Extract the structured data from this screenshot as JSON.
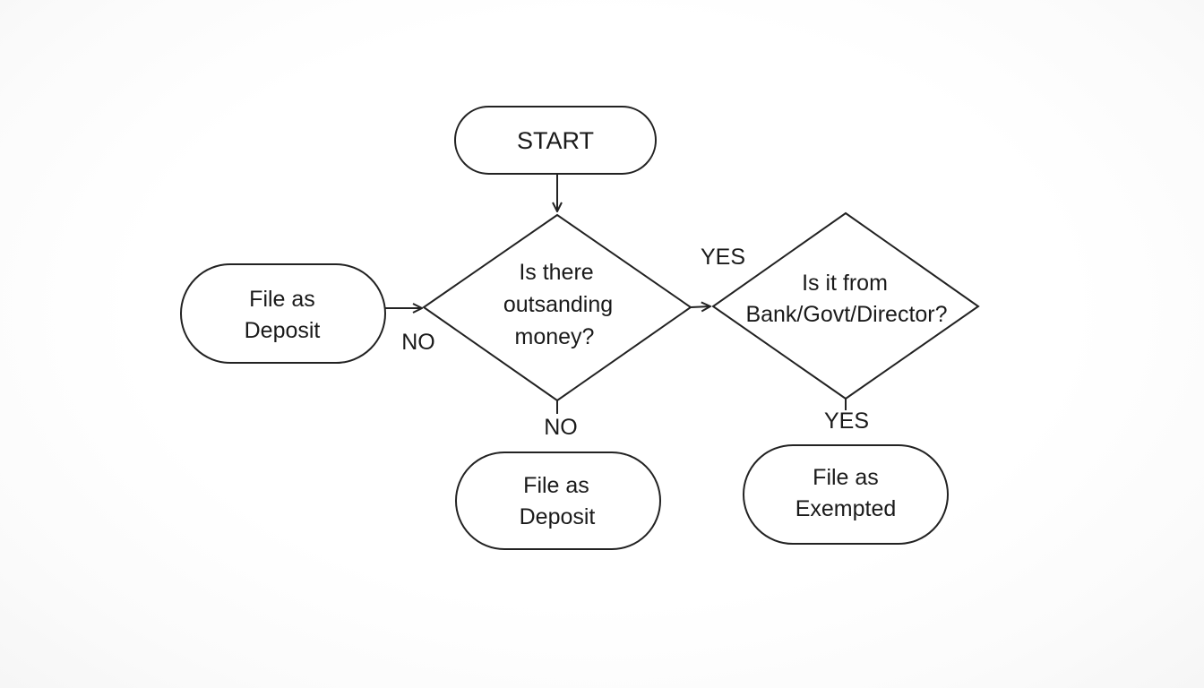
{
  "nodes": {
    "start": {
      "label": "START"
    },
    "decision_outstanding": {
      "lines": [
        "Is there",
        "outsanding",
        "money?"
      ]
    },
    "decision_source": {
      "lines": [
        "Is it from",
        "Bank/Govt/Director?"
      ]
    },
    "deposit_left": {
      "lines": [
        "File as",
        "Deposit"
      ]
    },
    "deposit_bottom": {
      "lines": [
        "File as",
        "Deposit"
      ]
    },
    "exempted": {
      "lines": [
        "File as",
        "Exempted"
      ]
    }
  },
  "edges": {
    "no_left": "NO",
    "yes_right": "YES",
    "no_down": "NO",
    "yes_down": "YES"
  },
  "colors": {
    "stroke": "#222222",
    "fill": "#ffffff",
    "text": "#1a1a1a"
  }
}
